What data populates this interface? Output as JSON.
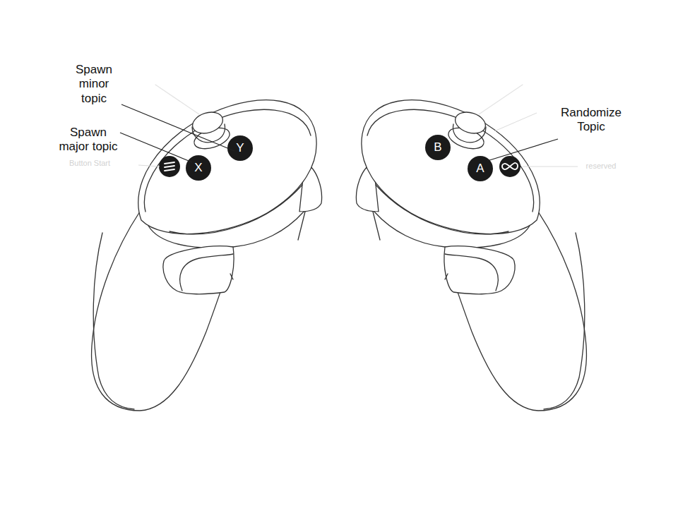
{
  "diagram": {
    "labels": [
      "Spawn minor topic",
      "Spawn major topic",
      "Button Start",
      "Y",
      "X",
      "Randomize Topic",
      "B",
      "A",
      "reserved"
    ]
  }
}
